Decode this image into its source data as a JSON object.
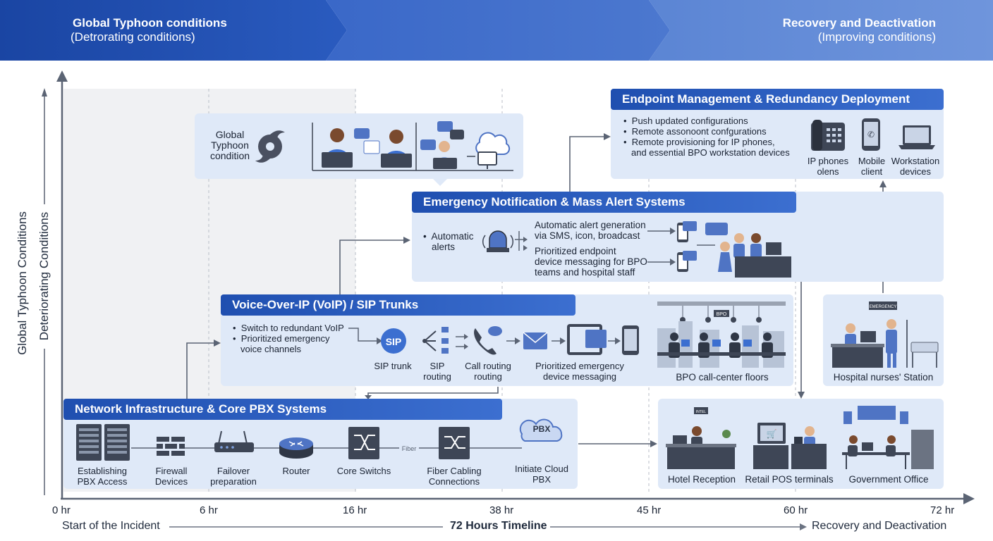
{
  "banner": {
    "left_title": "Global Typhoon conditions",
    "left_sub": "(Detrorating conditions)",
    "right_title": "Recovery and Deactivation",
    "right_sub": "(Improving conditions)"
  },
  "y_axis": {
    "outer_label": "Global Typhoon Conditions",
    "inner_label": "Deteriorating Conditions"
  },
  "typhoon_box": {
    "label_lines": [
      "Global",
      "Typhoon",
      "condition"
    ]
  },
  "endpoint": {
    "title": "Endpoint Management & Redundancy Deployment",
    "bullets": [
      "Push updated configurations",
      "Remote assonoont confgurations",
      "Remote provisioning for IP phones,",
      "and essential BPO workstation devices"
    ],
    "devices": [
      {
        "lines": [
          "IP phones",
          "olens"
        ]
      },
      {
        "lines": [
          "Mobile",
          "client"
        ]
      },
      {
        "lines": [
          "Workstation",
          "devices"
        ]
      }
    ]
  },
  "emergency": {
    "title": "Emergency Notification & Mass Alert Systems",
    "bullet_lines": [
      "Automatic",
      "alerts"
    ],
    "alert_gen_lines": [
      "Automatic alert generation",
      "via SMS, icon, broadcast"
    ],
    "prioritized_lines": [
      "Prioritized endpoint",
      "device messaging for BPO",
      "teams and hospital staff"
    ]
  },
  "voip": {
    "title": "Voice-Over-IP (VoIP) / SIP Trunks",
    "bullets": [
      "Switch to redundant VoIP",
      "Prioritized emergency",
      "voice channels"
    ],
    "sip_icon": "SIP",
    "items": [
      {
        "lines": [
          "SIP trunk"
        ]
      },
      {
        "lines": [
          "SIP",
          "routing"
        ]
      },
      {
        "lines": [
          "Call routing",
          "routing"
        ]
      },
      {
        "lines": [
          "Prioritized emergency",
          "device messaging"
        ]
      }
    ],
    "bpo_sign": "BPO",
    "bpo_label": "BPO call-center floors"
  },
  "hospital": {
    "sign": "EMERGENCY",
    "label": "Hospital nurses' Station"
  },
  "network": {
    "title": "Network Infrastructure & Core PBX Systems",
    "items": [
      {
        "lines": [
          "Establishing",
          "PBX Access"
        ]
      },
      {
        "lines": [
          "Firewall",
          "Devices"
        ]
      },
      {
        "lines": [
          "Failover",
          "preparation"
        ]
      },
      {
        "lines": [
          "Router"
        ]
      },
      {
        "lines": [
          "Core Switchs"
        ]
      },
      {
        "lines": [
          "Fiber Cabling",
          "Connections"
        ]
      },
      {
        "lines": [
          "Initiate Cloud",
          "PBX"
        ]
      }
    ],
    "fiber_label": "Fiber",
    "pbx_cloud": "PBX"
  },
  "sites": {
    "hotel_sign": "INTEL",
    "items": [
      "Hotel Reception",
      "Retail POS terminals",
      "Government Office"
    ]
  },
  "timeline": {
    "ticks": [
      "0 hr",
      "6 hr",
      "16 hr",
      "38 hr",
      "45 hr",
      "60 hr",
      "72 hr"
    ],
    "start": "Start of the Incident",
    "middle": "72 Hours Timeline",
    "end": "Recovery and Deactivation"
  },
  "colors": {
    "banner_dark": "#1c4aa8",
    "banner_light": "#5f8ad6",
    "header_blue": "#2857b8",
    "panel_bg": "#dfe9f8",
    "icon_blue": "#4f74c4",
    "axis": "#5b6474"
  }
}
